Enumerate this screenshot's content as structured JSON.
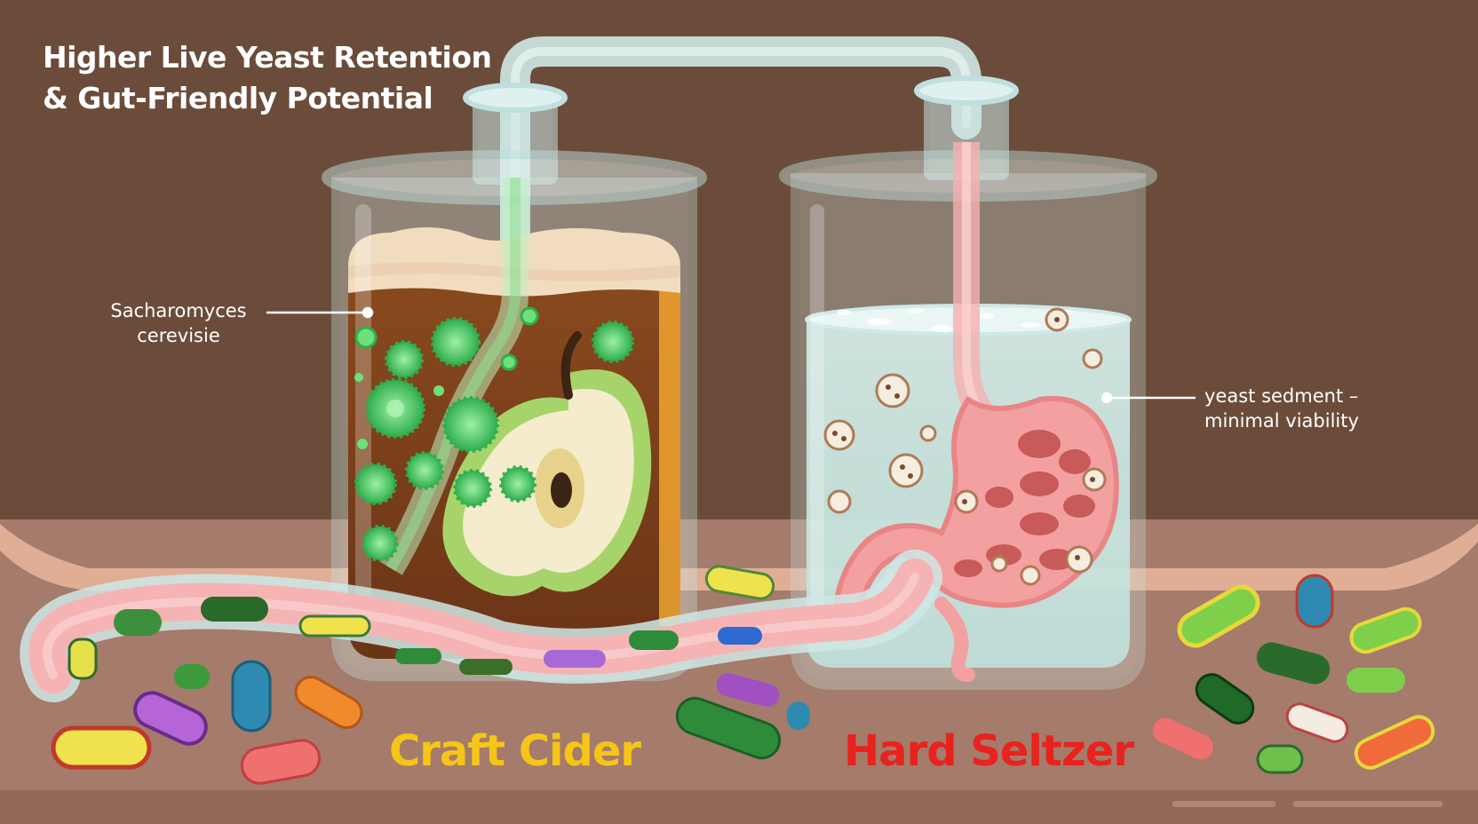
{
  "title": {
    "line1": "Higher Live Yeast Retention",
    "line2": "& Gut-Friendly Potential"
  },
  "labels": {
    "yeast_left_line1": "Sacharomyces",
    "yeast_left_line2": "cerevisie",
    "sediment_line1": "yeast sedment –",
    "sediment_line2": "minimal viability",
    "cider": "Craft Cider",
    "seltzer": "Hard Seltzer"
  },
  "colors": {
    "background": "#6b4c3b",
    "table": "#a57b6b",
    "cider_label": "#f5c518",
    "seltzer_label": "#e8231d",
    "yeast_green": "#44c860",
    "gut_pink": "#f3a0a0"
  },
  "icons": [
    "apple-icon",
    "stomach-icon",
    "yeast-cell-icon",
    "bacteria-icon",
    "intestine-tube-icon",
    "beaker-icon"
  ]
}
